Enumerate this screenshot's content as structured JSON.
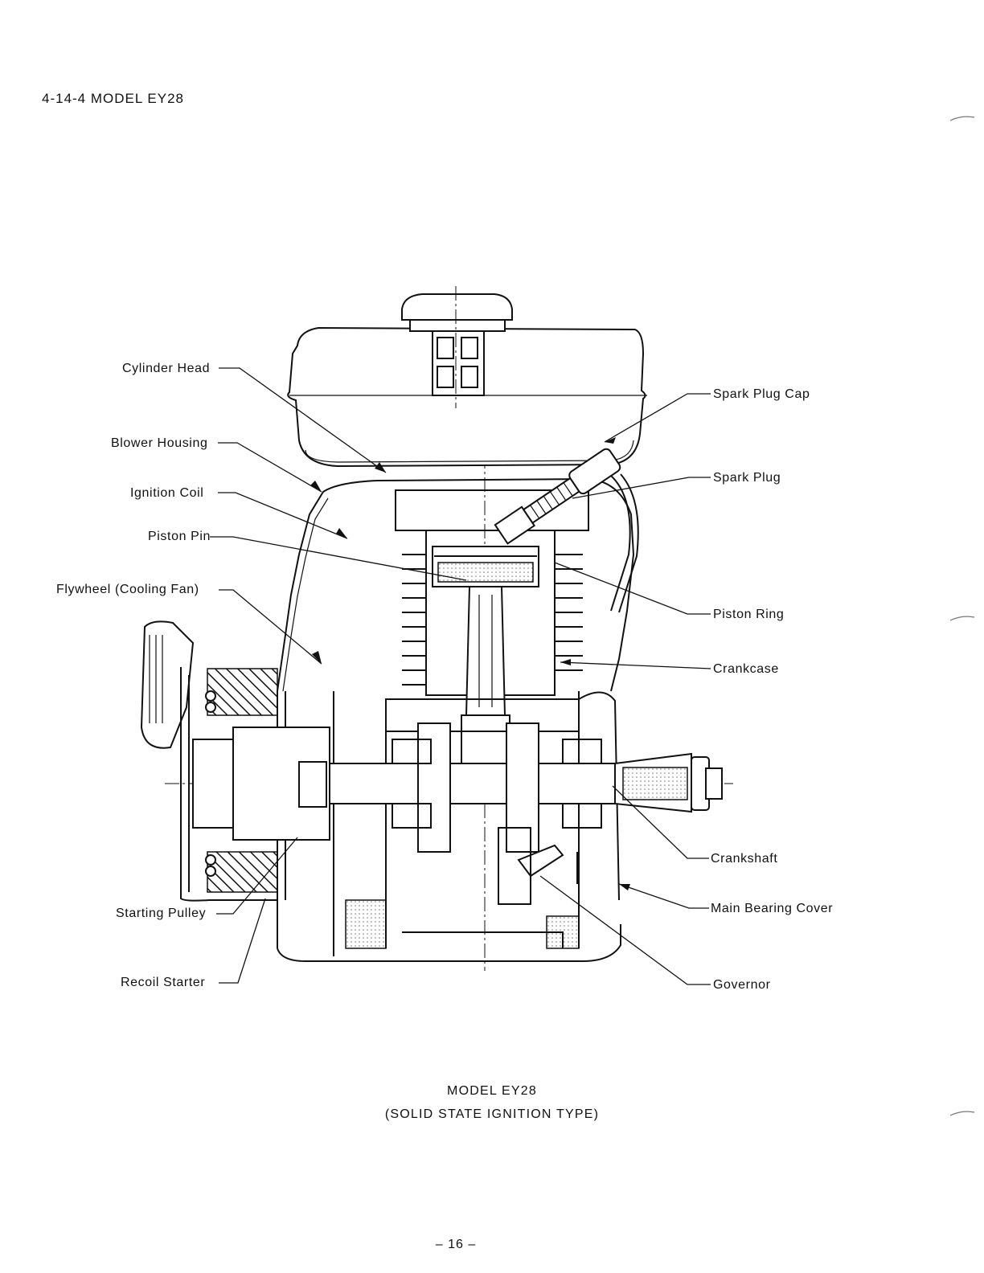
{
  "section_heading": "4-14-4   MODEL EY28",
  "labels": {
    "cylinder_head": "Cylinder Head",
    "blower_housing": "Blower Housing",
    "ignition_coil": "Ignition Coil",
    "piston_pin": "Piston Pin",
    "flywheel": "Flywheel (Cooling Fan)",
    "starting_pulley": "Starting Pulley",
    "recoil_starter": "Recoil Starter",
    "spark_plug_cap": "Spark Plug Cap",
    "spark_plug": "Spark Plug",
    "piston_ring": "Piston Ring",
    "crankcase": "Crankcase",
    "crankshaft": "Crankshaft",
    "main_bearing_cover": "Main Bearing Cover",
    "governor": "Governor"
  },
  "caption": {
    "line1": "MODEL EY28",
    "line2": "(SOLID STATE IGNITION TYPE)"
  },
  "page_number": "– 16 –"
}
